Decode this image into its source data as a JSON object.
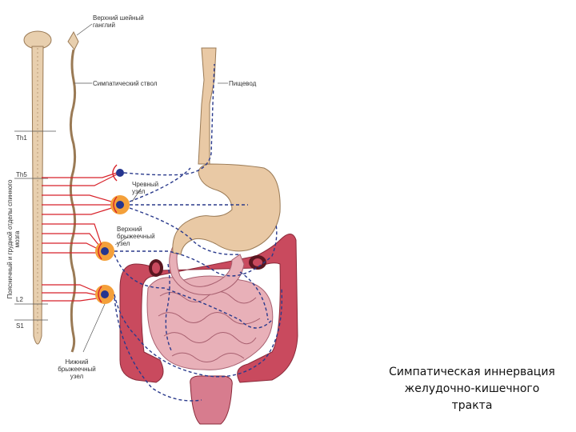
{
  "labels": {
    "superior_cervical_ganglion": "Верхний шейный ганглий",
    "sympathetic_trunk": "Симпатический ствол",
    "esophagus": "Пищевод",
    "celiac_ganglion": "Чревный узел",
    "superior_mesenteric_ganglion": "Верхний брыжеечный узел",
    "inferior_mesenteric_ganglion": "Нижний брыжеечный узел",
    "spinal_segments_label": "Поясничный и грудной отделы спинного мозга",
    "levels": {
      "th1": "Th1",
      "th5": "Th5",
      "l2": "L2",
      "s1": "S1"
    }
  },
  "caption": {
    "line1": "Симпатическая иннервация",
    "line2": "желудочно-кишечного",
    "line3": "тракта"
  },
  "colors": {
    "spine": "#e8cfae",
    "spine_outline": "#9a7a55",
    "nerve_red": "#d8222a",
    "dashed_blue": "#2a3a8c",
    "ganglion_orange": "#f4a03a",
    "ganglion_core": "#24358f",
    "stomach": "#e9c9a5",
    "intestine": "#e8b0b8",
    "colon": "#c94a5e"
  }
}
